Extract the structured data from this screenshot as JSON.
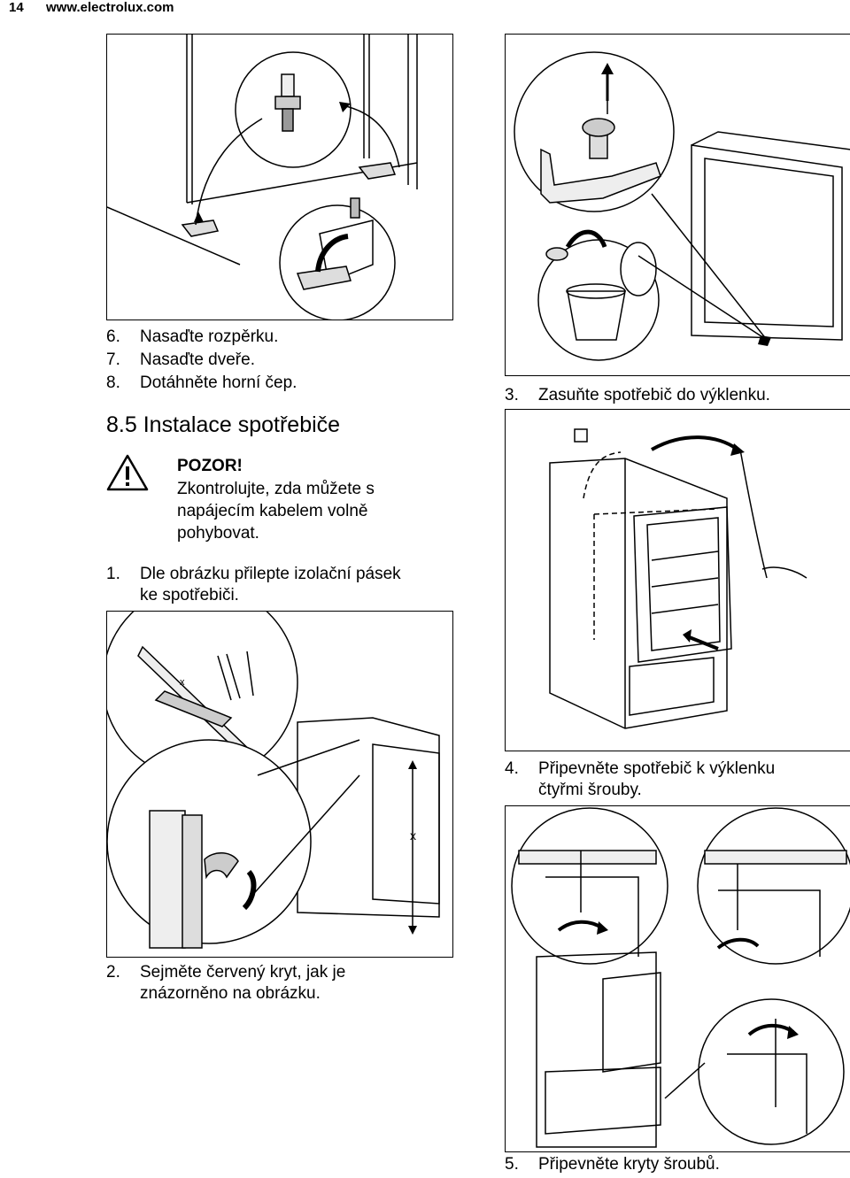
{
  "header": {
    "page_number": "14",
    "site": "www.electrolux.com"
  },
  "steps_top": [
    {
      "num": "6.",
      "text": "Nasaďte rozpěrku."
    },
    {
      "num": "7.",
      "text": "Nasaďte dveře."
    },
    {
      "num": "8.",
      "text": "Dotáhněte horní čep."
    }
  ],
  "section": {
    "number": "8.5",
    "title": "Instalace spotřebiče"
  },
  "warning": {
    "title": "POZOR!",
    "lines": [
      "Zkontrolujte, zda můžete s",
      "napájecím kabelem volně",
      "pohybovat."
    ]
  },
  "step1": {
    "num": "1.",
    "lines": [
      "Dle obrázku přilepte izolační pásek",
      "ke spotřebiči."
    ]
  },
  "step2": {
    "num": "2.",
    "lines": [
      "Sejměte červený kryt, jak je",
      "znázorněno na obrázku."
    ]
  },
  "step3": {
    "num": "3.",
    "text": "Zasuňte spotřebič do výklenku."
  },
  "step4": {
    "num": "4.",
    "lines": [
      "Připevněte spotřebič k výklenku",
      "čtyřmi šrouby."
    ]
  },
  "step5": {
    "num": "5.",
    "text": "Připevněte kryty šroubů."
  },
  "figure_labels": {
    "dimension_x": "x"
  }
}
